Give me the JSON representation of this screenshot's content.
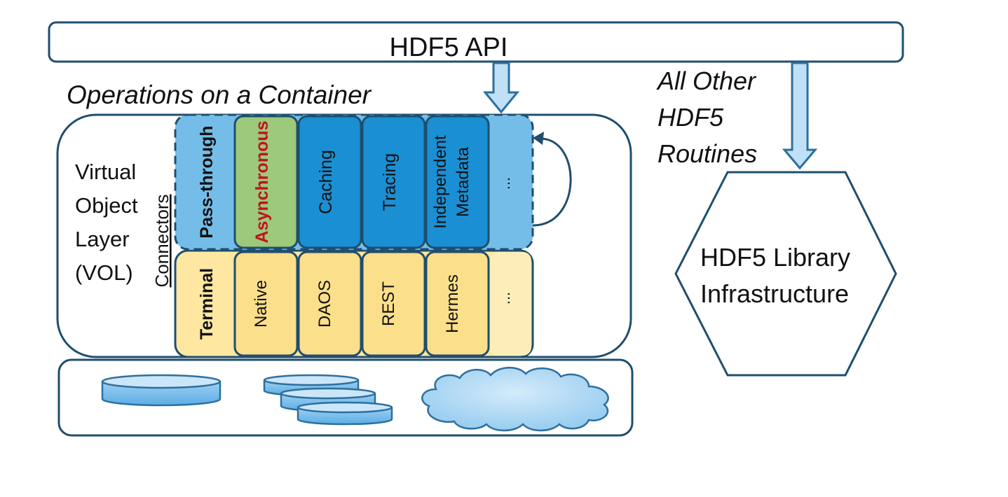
{
  "api": {
    "label": "HDF5 API"
  },
  "container_title": "Operations on a Container",
  "other_routines": [
    "All Other",
    "HDF5",
    "Routines"
  ],
  "vol": {
    "label": [
      "Virtual",
      "Object",
      "Layer",
      "(VOL)"
    ],
    "connectors_label": "Connectors"
  },
  "passthrough_row": {
    "type_label": "Pass-through",
    "items": [
      {
        "label": "Asynchronous"
      },
      {
        "label": "Caching"
      },
      {
        "label": "Tracing"
      },
      {
        "label": "Independent Metadata",
        "lines": [
          "Independent",
          "Metadata"
        ]
      },
      {
        "label": "..."
      }
    ]
  },
  "terminal_row": {
    "type_label": "Terminal",
    "items": [
      {
        "label": "Native"
      },
      {
        "label": "DAOS"
      },
      {
        "label": "REST"
      },
      {
        "label": "Hermes"
      },
      {
        "label": "..."
      }
    ]
  },
  "library": {
    "lines": [
      "HDF5 Library",
      "Infrastructure"
    ]
  },
  "colors": {
    "outline": "#1f4e6e",
    "arrow_fill": "#bfe0f5",
    "arrow_stroke": "#2e6f9e",
    "passthrough_light": "#74bde8",
    "passthrough_dark": "#1b8fd3",
    "async_fill": "#9cc97a",
    "async_text": "#c0141e",
    "terminal_fill": "#fde7a1",
    "terminal_cell": "#fbdf8a",
    "terminal_ellipsis": "#fdeeb9",
    "storage_fill": "#a6d3f1",
    "storage_top": "#cbe6f8"
  }
}
